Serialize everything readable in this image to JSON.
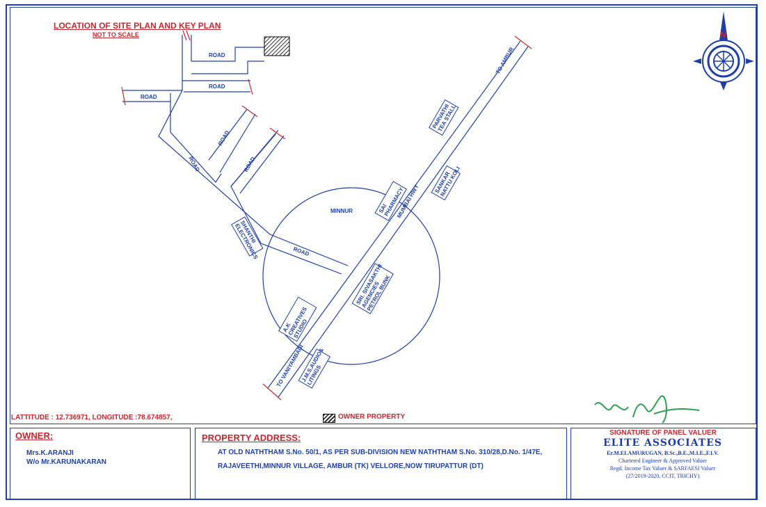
{
  "header": {
    "title": "LOCATION OF SITE PLAN AND KEY PLAN",
    "subtitle": "NOT TO SCALE"
  },
  "map": {
    "roads": [
      "ROAD",
      "ROAD",
      "ROAD",
      "ROAD",
      "ROAD",
      "ROAD",
      "ROAD"
    ],
    "area": "MINNUR",
    "highway": "MUMBAI HWY",
    "to_ambur": "TO AMBUR",
    "to_vaniyambadi": "TO VANIYAMBADI",
    "landmarks": {
      "parvathi_1": "PARVATHI",
      "parvathi_2": "TEA STALL",
      "sankar_1": "SANKAR",
      "sankar_2": "NATTU KOLI",
      "sai_1": "SAI",
      "sai_2": "PHARMACY",
      "shanthi_1": "SHANTHI",
      "shanthi_2": "ELECTRONICS",
      "sri_1": "SRI. SIVASAKTHI",
      "sri_2": "AGENCIES",
      "sri_3": "PETROL BUNK",
      "ak_1": "A.K",
      "ak_2": "CREATIVES",
      "ak_3": "STUDIO",
      "jms_1": "J.M.S.AUDIO&",
      "jms_2": "LITINGS"
    },
    "compass_letter": "N"
  },
  "footer_strip": {
    "coords": "LATTITUDE :  12.736971, LONGITUDE :78.674857,",
    "legend": "OWNER PROPERTY"
  },
  "owner": {
    "heading": "OWNER:",
    "name": "Mrs.K.ARANJI",
    "relation": "W/o Mr.KARUNAKARAN"
  },
  "address": {
    "heading": "PROPERTY ADDRESS:",
    "line1": "AT OLD NATHTHAM S.No. 50/1, AS PER SUB-DIVISION NEW NATHTHAM S.No. 310/28,D.No. 1/47E,",
    "line2": "RAJAVEETHI,MINNUR VILLAGE, AMBUR (TK) VELLORE,NOW TIRUPATTUR (DT)"
  },
  "signature": {
    "heading": "SIGNATURE OF PANEL VALUER",
    "firm": "ELITE ASSOCIATES",
    "name": "Er.M.ELAMURUGAN, B.Sc.,B.E.,M.I.E.,F.I.V.",
    "line1": "Chartered Engineer & Approved Valuer",
    "line2": "Regd. Income Tax Valuer & SARFAESI Valuer",
    "line3": "(27/2019-2020, CCIT, TRICHY)"
  },
  "colors": {
    "line": "#1f3fa6",
    "accent": "#c8262e"
  }
}
